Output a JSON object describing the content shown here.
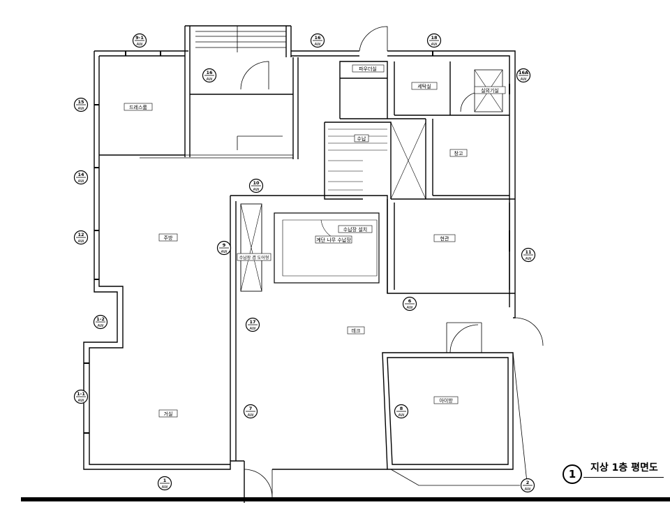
{
  "rooms": [
    {
      "id": "bedroom-dress",
      "label": "드레스룸"
    },
    {
      "id": "kitchen",
      "label": "주방"
    },
    {
      "id": "living",
      "label": "거실"
    },
    {
      "id": "deck",
      "label": "데크"
    },
    {
      "id": "entrance",
      "label": "현관"
    },
    {
      "id": "storage",
      "label": "창고"
    },
    {
      "id": "stair-room",
      "label": "계단 나무 수납장"
    },
    {
      "id": "stair-note",
      "label": "수납장 설치"
    },
    {
      "id": "powder",
      "label": "파우더실"
    },
    {
      "id": "utility",
      "label": "세탁실"
    },
    {
      "id": "boiler",
      "label": "실외기실"
    },
    {
      "id": "kids",
      "label": "아이방"
    },
    {
      "id": "laundry-nook",
      "label": "수납"
    },
    {
      "id": "closet-note",
      "label": "수납장 겸 도어형"
    }
  ],
  "window_tags": [
    {
      "id": "w9-1",
      "num": "9-1",
      "sub": "AW"
    },
    {
      "id": "w16a",
      "num": "16",
      "sub": "AW"
    },
    {
      "id": "w16b",
      "num": "16",
      "sub": "AW"
    },
    {
      "id": "w18",
      "num": "18",
      "sub": "AW"
    },
    {
      "id": "w16c",
      "num": "16A",
      "sub": "AW"
    },
    {
      "id": "w15",
      "num": "15",
      "sub": "AW"
    },
    {
      "id": "w14",
      "num": "14",
      "sub": "AW"
    },
    {
      "id": "w12",
      "num": "12",
      "sub": "AW"
    },
    {
      "id": "w10",
      "num": "10",
      "sub": "AW"
    },
    {
      "id": "w9",
      "num": "9",
      "sub": "AW"
    },
    {
      "id": "w11",
      "num": "11",
      "sub": "AW"
    },
    {
      "id": "w1-2",
      "num": "1-2",
      "sub": "AW"
    },
    {
      "id": "w17",
      "num": "17",
      "sub": "AW"
    },
    {
      "id": "w6",
      "num": "6",
      "sub": "AW"
    },
    {
      "id": "w1-1",
      "num": "1-1",
      "sub": "AW"
    },
    {
      "id": "w7",
      "num": "7",
      "sub": "AW"
    },
    {
      "id": "w8",
      "num": "8",
      "sub": "AW"
    },
    {
      "id": "w1",
      "num": "1",
      "sub": "AW"
    },
    {
      "id": "w2",
      "num": "2",
      "sub": "AW"
    }
  ],
  "drawing_title": {
    "number": "1",
    "text": "지상 1층 평면도"
  }
}
